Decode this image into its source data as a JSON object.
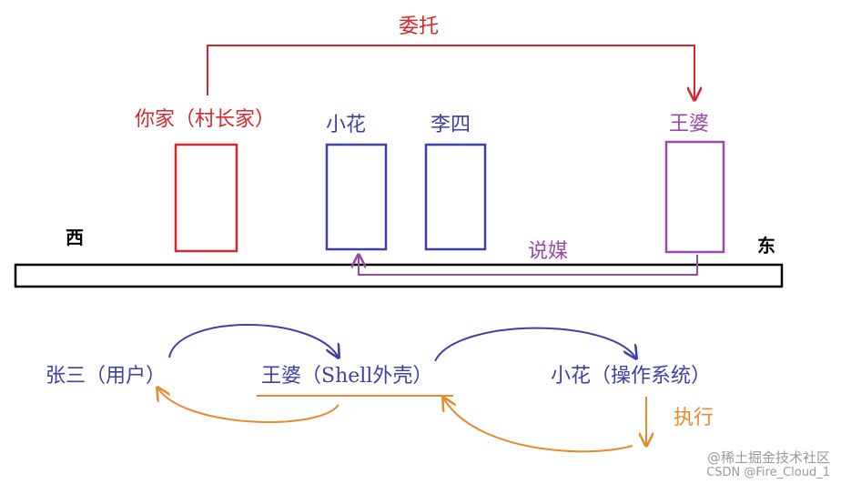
{
  "colors": {
    "red": "#d9262e",
    "blue": "#3f3fa8",
    "purple": "#9a4aa8",
    "orange": "#e88a2e",
    "black": "#000000",
    "watermark": "#9a9a9a"
  },
  "top": {
    "delegate_label": "委托",
    "your_home_label": "你家（村长家）",
    "xiaohua_label": "小花",
    "lisi_label": "李四",
    "wangpo_label": "王婆",
    "west_label": "西",
    "east_label": "东",
    "matchmaking_label": "说媒"
  },
  "bottom": {
    "zhangsan_label": "张三（用户）",
    "wangpo_shell_label": "王婆（Shell外壳）",
    "xiaohua_os_label": "小花（操作系统）",
    "execute_label": "执行"
  },
  "watermark": {
    "line1": "@稀土掘金技术社区",
    "line2": "CSDN @Fire_Cloud_1"
  }
}
